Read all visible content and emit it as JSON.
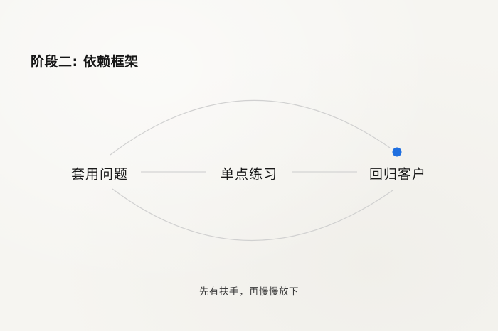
{
  "title": "阶段二: 依赖框架",
  "nodes": {
    "left": "套用问题",
    "middle": "单点练习",
    "right": "回归客户"
  },
  "caption": "先有扶手，再慢慢放下",
  "colors": {
    "background": "#f6f5f1",
    "curve": "#cfcfcf",
    "connector": "#d6d6d6",
    "marker": "#1f6fe0",
    "text": "#1a1a1a"
  }
}
